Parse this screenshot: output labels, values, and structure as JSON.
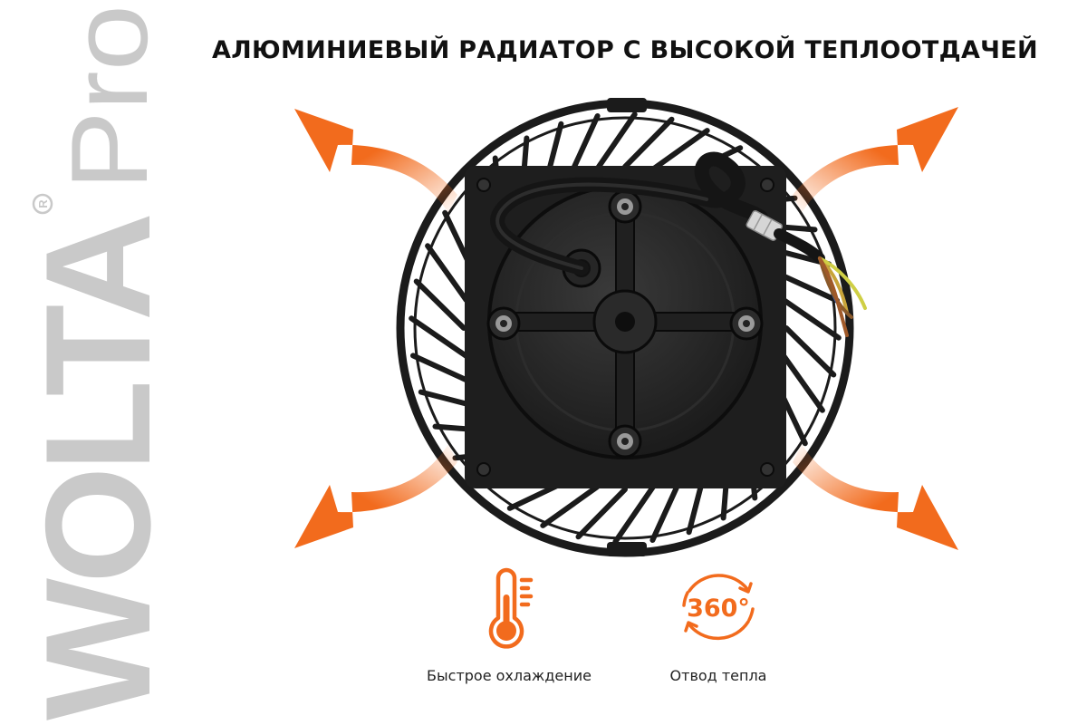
{
  "brand": {
    "logo_text": "WOLTA",
    "logo_suffix": "Pro",
    "registered_mark": "R"
  },
  "headline": "АЛЮМИНИЕВЫЙ РАДИАТОР С ВЫСОКОЙ ТЕПЛООТДАЧЕЙ",
  "features": [
    {
      "icon": "thermometer-icon",
      "label": "Быстрое охлаждение"
    },
    {
      "icon": "rotation-360-icon",
      "icon_text": "360°",
      "label": "Отвод тепла"
    }
  ],
  "colors": {
    "accent": "#f26b1d",
    "logo_gray": "#c9c9c9",
    "product_black": "#1b1b1b",
    "text": "#111111"
  }
}
